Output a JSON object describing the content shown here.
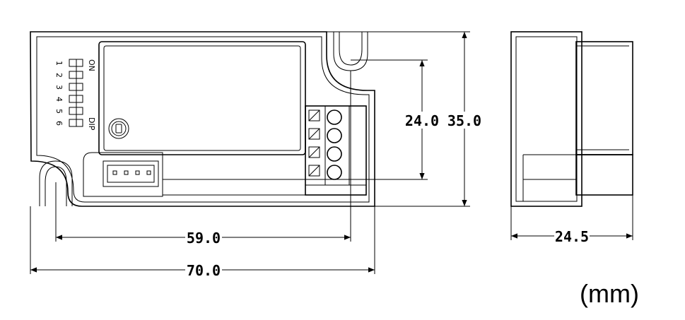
{
  "dimensions": {
    "total_length": "70.0",
    "mount_spacing": "59.0",
    "terminal_height": "24.0",
    "total_height": "35.0",
    "depth": "24.5"
  },
  "dip": {
    "on_label": "ON",
    "dip_label": "DIP",
    "switch_numbers": [
      "1",
      "2",
      "3",
      "4",
      "5",
      "6"
    ]
  },
  "unit_label": "(mm)"
}
